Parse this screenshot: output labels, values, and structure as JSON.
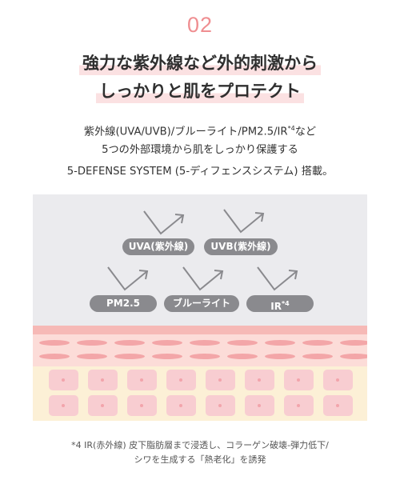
{
  "section_number": "02",
  "headline": {
    "line1": "強力な紫外線など外的刺激から",
    "line2": "しっかりと肌をプロテクト"
  },
  "description": {
    "line1_before": "紫外線(UVA/UVB)/ブルーライト/PM2.5/IR",
    "line1_sup": "*4",
    "line1_after": "など",
    "line2": "5つの外部環境から肌をしっかり保護する",
    "line3": "5-DEFENSE SYSTEM (5-ディフェンスシステム) 搭載。"
  },
  "illustration": {
    "labels": [
      "UVA(紫外線)",
      "UVB(紫外線)",
      "PM2.5",
      "ブルーライト"
    ],
    "ir_label": "IR",
    "ir_sup": "*4",
    "colors": {
      "sky": "#ebebee",
      "pill": "#8a8a8e",
      "epidermis_top": "#f6b9b6",
      "epidermis": "#fcdcd8",
      "dermis": "#fcf0d6",
      "cell": "#f8cdd1",
      "accent": "#ef8e91"
    }
  },
  "footnote": {
    "line1": "*4 IR(赤外線) 皮下脂肪層まで浸透し、コラーゲン破壊-弾力低下/",
    "line2": "シワを生成する「熱老化」を誘発"
  }
}
